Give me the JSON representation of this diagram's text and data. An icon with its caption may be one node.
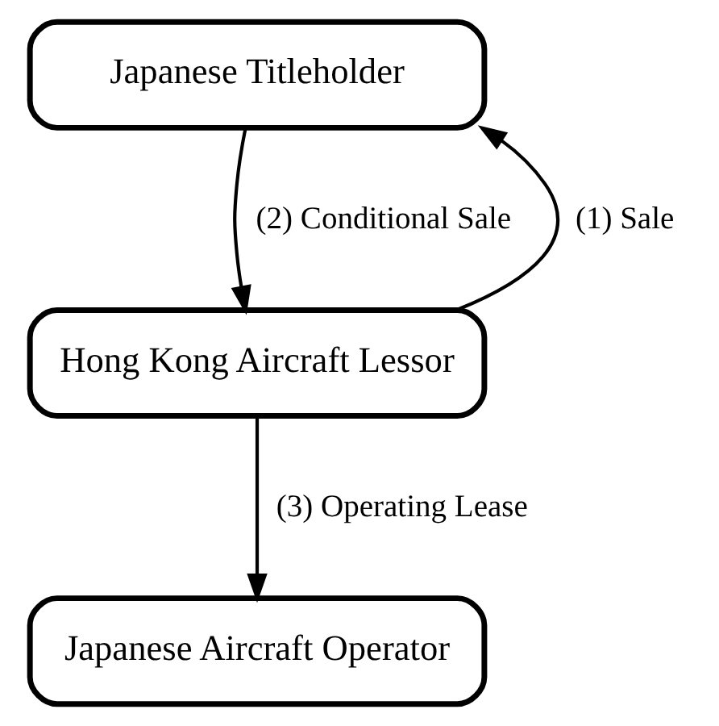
{
  "diagram": {
    "nodes": [
      {
        "text": [
          "Japanese Titleholder"
        ]
      },
      {
        "text": [
          "Hong Kong Aircraft Lessor"
        ]
      },
      {
        "text": [
          "Japanese Aircraft Operator"
        ]
      }
    ],
    "edges": [
      {
        "from": 1,
        "to": 0,
        "arrow": "to",
        "label": "(1) Sale"
      },
      {
        "from": 0,
        "to": 1,
        "arrow": "to",
        "label": "(2) Conditional Sale"
      },
      {
        "from": 1,
        "to": 2,
        "arrow": "to",
        "label": "(3) Operating Lease"
      }
    ]
  }
}
